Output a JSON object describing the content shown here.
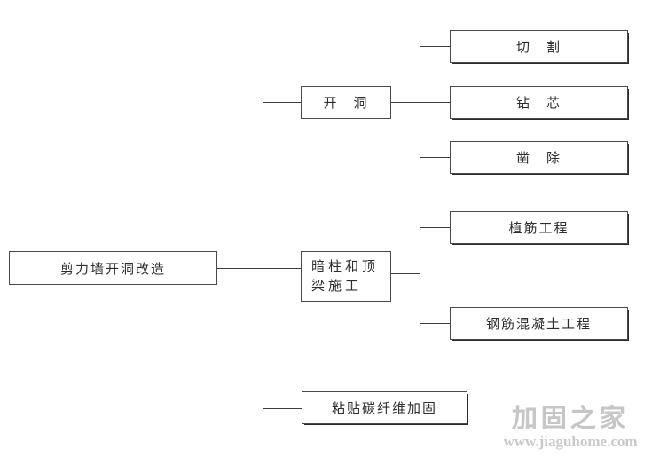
{
  "diagram": {
    "root": {
      "label": "剪力墙开洞改造"
    },
    "branches": {
      "kaidong": {
        "label": "开　洞"
      },
      "anzhu": {
        "label": "暗柱和顶梁施工"
      },
      "tanxianwei": {
        "label": "粘贴碳纤维加固"
      }
    },
    "leaves": {
      "qiege": {
        "label": "切　割"
      },
      "zuanxin": {
        "label": "钻　芯"
      },
      "zaochu": {
        "label": "凿　除"
      },
      "zhijin": {
        "label": "植筋工程"
      },
      "gangjin": {
        "label": "钢筋混凝土工程"
      }
    }
  },
  "watermark": {
    "title": "加固之家",
    "url": "www.jiaguhome.com"
  },
  "colors": {
    "connector_line": "#3d3d3d",
    "box_border": "#4a4a4a",
    "watermark_gray": "#c9c9c9"
  }
}
